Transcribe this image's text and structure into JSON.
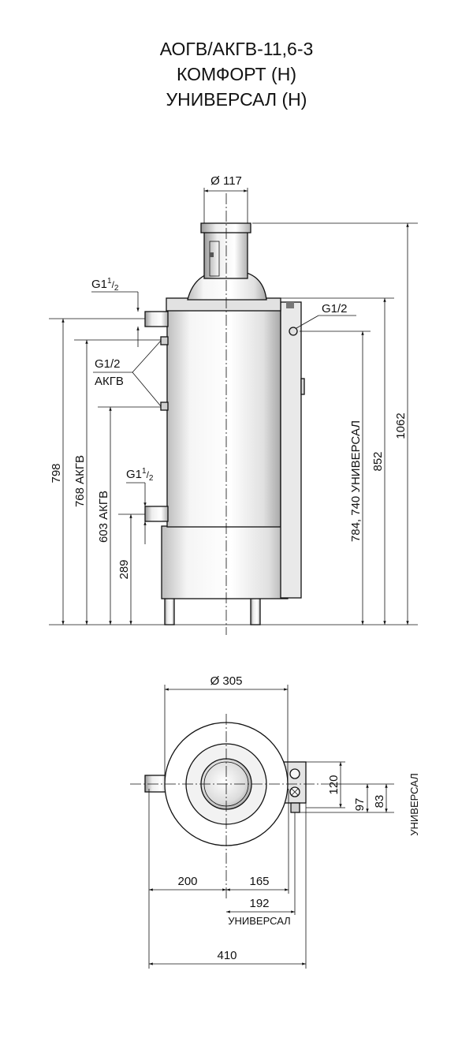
{
  "title": {
    "line1": "АОГВ/АКГВ-11,6-3",
    "line2": "КОМФОРТ (Н)",
    "line3": "УНИВЕРСАЛ (Н)"
  },
  "front_view": {
    "flue_diameter": "Ø 117",
    "top_left_connection": "G1",
    "top_left_connection_sup": "1",
    "top_left_connection_sub": "2",
    "side_connection": "G1/2",
    "side_connection_sub": "АКГВ",
    "bottom_left_connection": "G1",
    "bottom_left_connection_sup": "1",
    "bottom_left_connection_sub": "2",
    "right_connection": "G1/2",
    "dim_798": "798",
    "dim_768": "768 АКГВ",
    "dim_603": "603 АКГВ",
    "dim_289": "289",
    "dim_784_740": "784, 740 УНИВЕРСАЛ",
    "dim_852": "852",
    "dim_1062": "1062"
  },
  "top_view": {
    "diameter": "Ø 305",
    "dim_120": "120",
    "dim_97": "97",
    "dim_83": "83",
    "universal_side": "УНИВЕРСАЛ",
    "dim_200": "200",
    "dim_165": "165",
    "dim_192": "192",
    "universal_bottom": "УНИВЕРСАЛ",
    "dim_410": "410"
  },
  "colors": {
    "line": "#111111",
    "boiler_fill": "#f3f3f3",
    "shade": "#d4d4d4"
  }
}
